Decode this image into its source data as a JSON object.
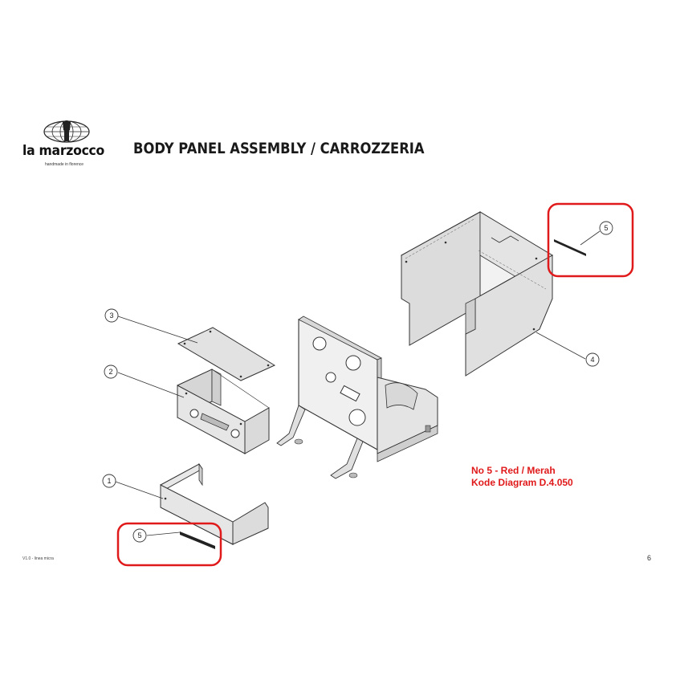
{
  "header": {
    "brand_name": "la marzocco",
    "brand_tagline": "handmade in florence",
    "title": "BODY PANEL ASSEMBLY / CARROZZERIA"
  },
  "callouts": {
    "c1": "1",
    "c2": "2",
    "c3": "3",
    "c4": "4",
    "c5a": "5",
    "c5b": "5"
  },
  "note": {
    "line1": "No 5 - Red / Merah",
    "line2": "Kode Diagram D.4.050"
  },
  "footer": {
    "version": "V1.0 - linea micra",
    "page_number": "6"
  },
  "colors": {
    "highlight": "#e0191a",
    "panel_fill": "#e2e2e2",
    "panel_stroke": "#333333"
  }
}
